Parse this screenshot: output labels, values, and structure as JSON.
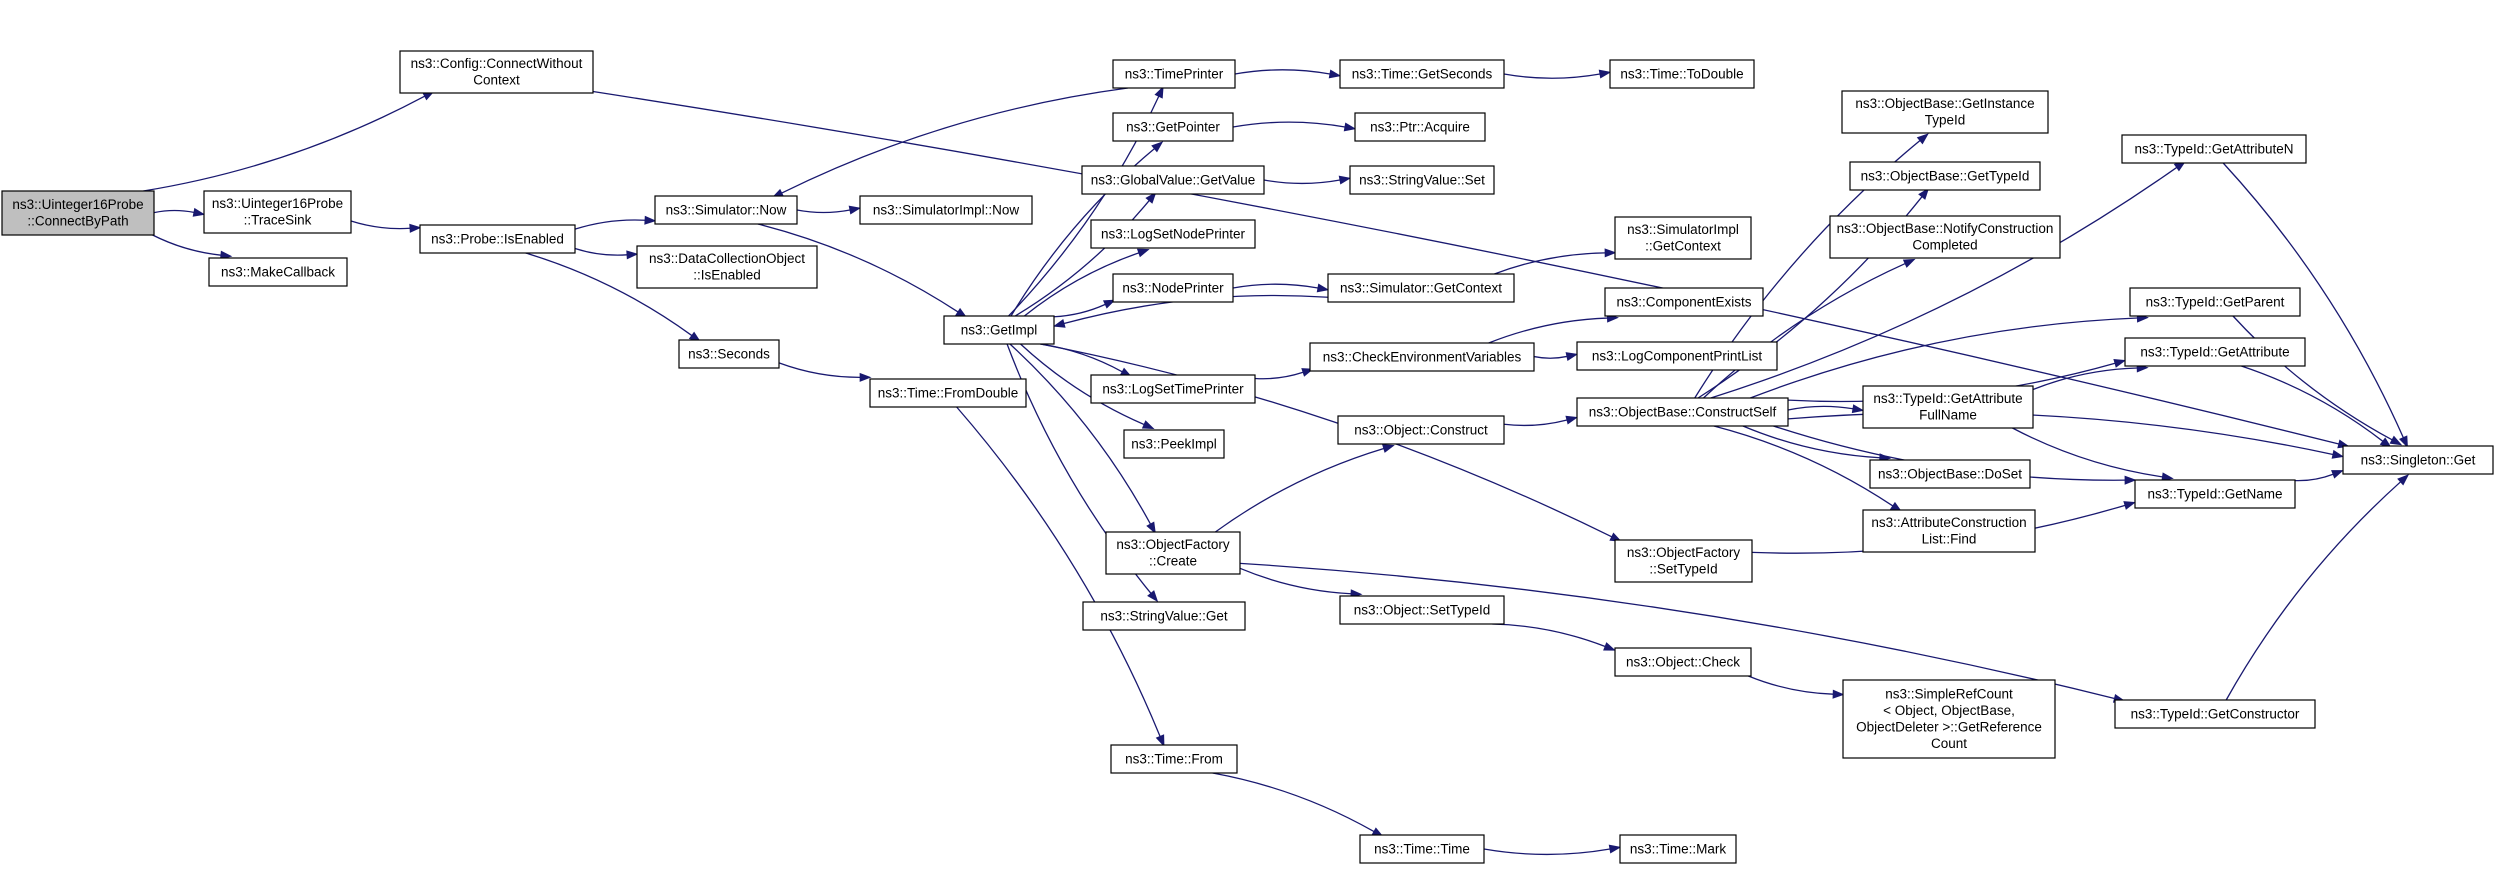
{
  "colors": {
    "edge": "#191970",
    "node_border": "#000000",
    "node_fill": "#ffffff",
    "highlight_fill": "#bfbfbf",
    "truncated_border": "#ff0000"
  },
  "nodes": [
    {
      "id": "connectbypath",
      "lines": [
        "ns3::Uinteger16Probe",
        "::ConnectByPath"
      ],
      "highlight": true
    },
    {
      "id": "connectwithoutcontext",
      "lines": [
        "ns3::Config::ConnectWithout",
        "Context"
      ]
    },
    {
      "id": "tracesink",
      "lines": [
        "ns3::Uinteger16Probe",
        "::TraceSink"
      ]
    },
    {
      "id": "makecallback",
      "lines": [
        "ns3::MakeCallback"
      ]
    },
    {
      "id": "isenabled",
      "lines": [
        "ns3::Probe::IsEnabled"
      ]
    },
    {
      "id": "simnow",
      "lines": [
        "ns3::Simulator::Now"
      ]
    },
    {
      "id": "dco_isenabled",
      "lines": [
        "ns3::DataCollectionObject",
        "::IsEnabled"
      ]
    },
    {
      "id": "seconds",
      "lines": [
        "ns3::Seconds"
      ]
    },
    {
      "id": "simimplnow",
      "lines": [
        "ns3::SimulatorImpl::Now"
      ]
    },
    {
      "id": "getimpl",
      "lines": [
        "ns3::GetImpl"
      ]
    },
    {
      "id": "fromdouble",
      "lines": [
        "ns3::Time::FromDouble"
      ]
    },
    {
      "id": "timeprinter",
      "lines": [
        "ns3::TimePrinter"
      ]
    },
    {
      "id": "getpointer",
      "lines": [
        "ns3::GetPointer"
      ]
    },
    {
      "id": "gv_getvalue",
      "lines": [
        "ns3::GlobalValue::GetValue"
      ]
    },
    {
      "id": "logsetnodeprinter",
      "lines": [
        "ns3::LogSetNodePrinter"
      ]
    },
    {
      "id": "nodeprinter",
      "lines": [
        "ns3::NodePrinter"
      ]
    },
    {
      "id": "logsettimeprinter",
      "lines": [
        "ns3::LogSetTimePrinter"
      ]
    },
    {
      "id": "peekimpl",
      "lines": [
        "ns3::PeekImpl"
      ]
    },
    {
      "id": "of_create",
      "lines": [
        "ns3::ObjectFactory",
        "::Create"
      ]
    },
    {
      "id": "sv_get",
      "lines": [
        "ns3::StringValue::Get"
      ]
    },
    {
      "id": "time_from",
      "lines": [
        "ns3::Time::From"
      ]
    },
    {
      "id": "getseconds",
      "lines": [
        "ns3::Time::GetSeconds"
      ]
    },
    {
      "id": "todouble",
      "lines": [
        "ns3::Time::ToDouble"
      ],
      "truncated": true
    },
    {
      "id": "ptr_acquire",
      "lines": [
        "ns3::Ptr::Acquire"
      ]
    },
    {
      "id": "sv_set",
      "lines": [
        "ns3::StringValue::Set"
      ]
    },
    {
      "id": "sim_getcontext",
      "lines": [
        "ns3::Simulator::GetContext"
      ]
    },
    {
      "id": "checkenv",
      "lines": [
        "ns3::CheckEnvironmentVariables"
      ]
    },
    {
      "id": "obj_construct",
      "lines": [
        "ns3::Object::Construct"
      ]
    },
    {
      "id": "obj_settypeid",
      "lines": [
        "ns3::Object::SetTypeId"
      ]
    },
    {
      "id": "time_time",
      "lines": [
        "ns3::Time::Time"
      ]
    },
    {
      "id": "simimpl_getcontext",
      "lines": [
        "ns3::SimulatorImpl",
        "::GetContext"
      ]
    },
    {
      "id": "componentexists",
      "lines": [
        "ns3::ComponentExists"
      ],
      "truncated": true
    },
    {
      "id": "logcomponentprintlist",
      "lines": [
        "ns3::LogComponentPrintList"
      ],
      "truncated": true
    },
    {
      "id": "ob_constructself",
      "lines": [
        "ns3::ObjectBase::ConstructSelf"
      ]
    },
    {
      "id": "of_settypeid",
      "lines": [
        "ns3::ObjectFactory",
        "::SetTypeId"
      ]
    },
    {
      "id": "obj_check",
      "lines": [
        "ns3::Object::Check"
      ]
    },
    {
      "id": "time_mark",
      "lines": [
        "ns3::Time::Mark"
      ],
      "truncated": true
    },
    {
      "id": "ob_getinstancetypeid",
      "lines": [
        "ns3::ObjectBase::GetInstance",
        "TypeId"
      ]
    },
    {
      "id": "ob_gettypeid",
      "lines": [
        "ns3::ObjectBase::GetTypeId"
      ],
      "truncated": true
    },
    {
      "id": "ob_notifyconstruction",
      "lines": [
        "ns3::ObjectBase::NotifyConstruction",
        "Completed"
      ]
    },
    {
      "id": "tid_getattributefullname",
      "lines": [
        "ns3::TypeId::GetAttribute",
        "FullName"
      ]
    },
    {
      "id": "ob_doset",
      "lines": [
        "ns3::ObjectBase::DoSet"
      ]
    },
    {
      "id": "acl_find",
      "lines": [
        "ns3::AttributeConstruction",
        "List::Find"
      ]
    },
    {
      "id": "simplerefcount",
      "lines": [
        "ns3::SimpleRefCount",
        "< Object, ObjectBase,",
        "ObjectDeleter >::GetReference",
        "Count"
      ]
    },
    {
      "id": "tid_getattributen",
      "lines": [
        "ns3::TypeId::GetAttributeN"
      ]
    },
    {
      "id": "tid_getparent",
      "lines": [
        "ns3::TypeId::GetParent"
      ],
      "truncated": true
    },
    {
      "id": "tid_getattribute",
      "lines": [
        "ns3::TypeId::GetAttribute"
      ]
    },
    {
      "id": "tid_getname",
      "lines": [
        "ns3::TypeId::GetName"
      ]
    },
    {
      "id": "tid_getconstructor",
      "lines": [
        "ns3::TypeId::GetConstructor"
      ]
    },
    {
      "id": "singleton_get",
      "lines": [
        "ns3::Singleton::Get"
      ]
    }
  ],
  "edges": [
    [
      "connectbypath",
      "connectwithoutcontext"
    ],
    [
      "connectbypath",
      "tracesink"
    ],
    [
      "connectbypath",
      "makecallback"
    ],
    [
      "connectwithoutcontext",
      "singleton_get"
    ],
    [
      "tracesink",
      "isenabled"
    ],
    [
      "isenabled",
      "simnow"
    ],
    [
      "isenabled",
      "dco_isenabled"
    ],
    [
      "isenabled",
      "seconds"
    ],
    [
      "simnow",
      "simimplnow"
    ],
    [
      "simnow",
      "getimpl"
    ],
    [
      "seconds",
      "fromdouble"
    ],
    [
      "fromdouble",
      "time_from"
    ],
    [
      "getimpl",
      "timeprinter"
    ],
    [
      "getimpl",
      "getpointer"
    ],
    [
      "getimpl",
      "gv_getvalue"
    ],
    [
      "getimpl",
      "logsetnodeprinter"
    ],
    [
      "getimpl",
      "nodeprinter"
    ],
    [
      "getimpl",
      "logsettimeprinter"
    ],
    [
      "getimpl",
      "peekimpl"
    ],
    [
      "getimpl",
      "of_create"
    ],
    [
      "getimpl",
      "sv_get"
    ],
    [
      "getimpl",
      "of_settypeid"
    ],
    [
      "timeprinter",
      "simnow"
    ],
    [
      "timeprinter",
      "getseconds"
    ],
    [
      "getseconds",
      "todouble"
    ],
    [
      "getpointer",
      "ptr_acquire"
    ],
    [
      "gv_getvalue",
      "sv_set"
    ],
    [
      "nodeprinter",
      "sim_getcontext"
    ],
    [
      "sim_getcontext",
      "getimpl"
    ],
    [
      "sim_getcontext",
      "simimpl_getcontext"
    ],
    [
      "logsettimeprinter",
      "checkenv"
    ],
    [
      "checkenv",
      "componentexists"
    ],
    [
      "checkenv",
      "logcomponentprintlist"
    ],
    [
      "of_create",
      "obj_construct"
    ],
    [
      "of_create",
      "obj_settypeid"
    ],
    [
      "of_create",
      "tid_getconstructor"
    ],
    [
      "obj_construct",
      "ob_constructself"
    ],
    [
      "obj_settypeid",
      "obj_check"
    ],
    [
      "obj_check",
      "simplerefcount"
    ],
    [
      "time_from",
      "time_time"
    ],
    [
      "time_time",
      "time_mark"
    ],
    [
      "ob_constructself",
      "ob_getinstancetypeid"
    ],
    [
      "ob_constructself",
      "ob_gettypeid"
    ],
    [
      "ob_constructself",
      "ob_notifyconstruction"
    ],
    [
      "ob_constructself",
      "tid_getattributen"
    ],
    [
      "ob_constructself",
      "tid_getparent"
    ],
    [
      "ob_constructself",
      "tid_getattribute"
    ],
    [
      "ob_constructself",
      "tid_getattributefullname"
    ],
    [
      "ob_constructself",
      "ob_doset"
    ],
    [
      "ob_constructself",
      "acl_find"
    ],
    [
      "ob_constructself",
      "tid_getname"
    ],
    [
      "ob_constructself",
      "singleton_get"
    ],
    [
      "of_settypeid",
      "tid_getname"
    ],
    [
      "tid_getattributefullname",
      "tid_getattribute"
    ],
    [
      "tid_getattributefullname",
      "tid_getname"
    ],
    [
      "tid_getattributen",
      "singleton_get"
    ],
    [
      "tid_getparent",
      "singleton_get"
    ],
    [
      "tid_getattribute",
      "singleton_get"
    ],
    [
      "tid_getname",
      "singleton_get"
    ],
    [
      "tid_getconstructor",
      "singleton_get"
    ]
  ]
}
